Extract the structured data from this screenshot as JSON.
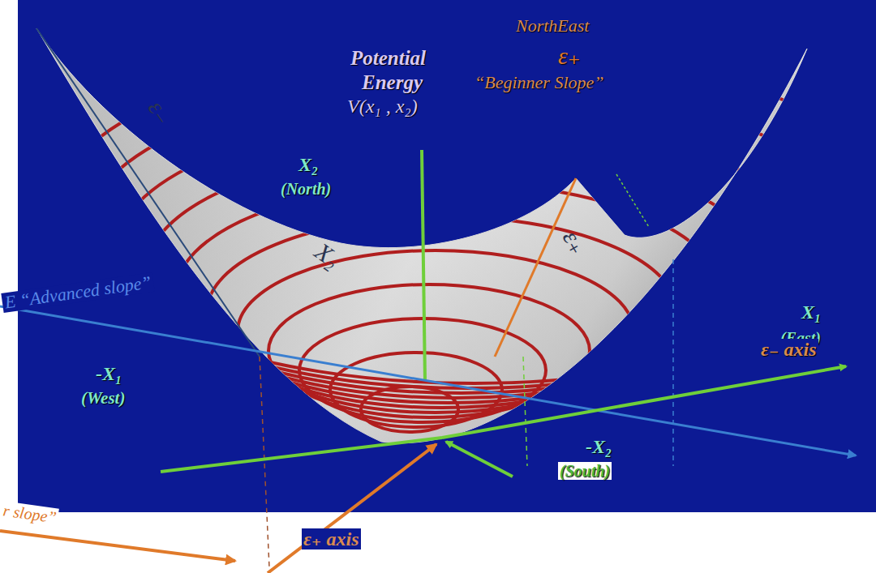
{
  "diagram": {
    "labels": [
      "Potential",
      "Energy",
      "V(x₁ , x₂)",
      "NorthEast",
      "ε₊",
      "“Beginner Slope”",
      "X₂",
      "(North)",
      "X₁",
      "(East)",
      "ε₋ axis",
      "E “Advanced slope”",
      "-X₁",
      "(West)",
      "-X₂",
      "(South)",
      "ε₊ axis",
      "r slope”",
      "X₂",
      "ε₊",
      "ε₋"
    ]
  }
}
